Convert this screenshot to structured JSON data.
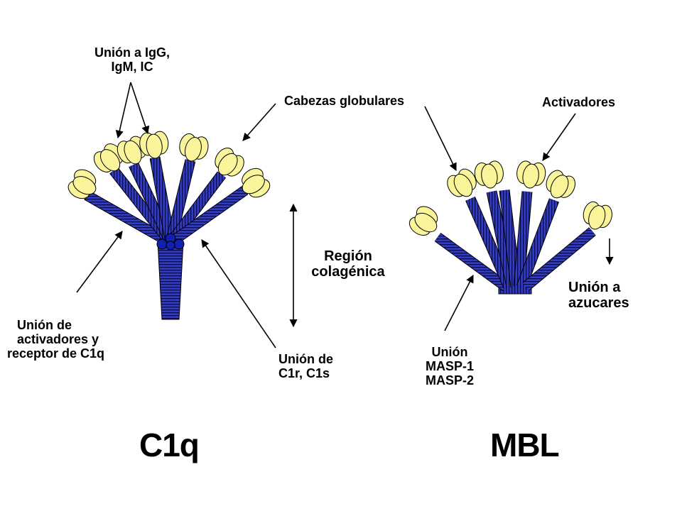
{
  "colors": {
    "head_fill": "#FAF59A",
    "head_stroke": "#000000",
    "stalk_fill": "#2E3CC8",
    "stalk_stripe": "#0A0A55",
    "hub_fill": "#1020B0",
    "arrow": "#000000"
  },
  "labels": {
    "c1q_binding": [
      "Unión a IgG,",
      "IgM, IC"
    ],
    "globular_heads": "Cabezas globulares",
    "activators": "Activadores",
    "collagen_region": [
      "Región",
      "colagénica"
    ],
    "activator_receptor": [
      "Unión de",
      "activadores y",
      "receptor de C1q"
    ],
    "c1r_c1s": [
      "Unión de",
      "C1r, C1s"
    ],
    "masp": [
      "Unión",
      "MASP-1",
      "MASP-2"
    ],
    "sugars": [
      "Unión a",
      "azucares"
    ]
  },
  "titles": {
    "c1q": "C1q",
    "mbl": "MBL"
  }
}
